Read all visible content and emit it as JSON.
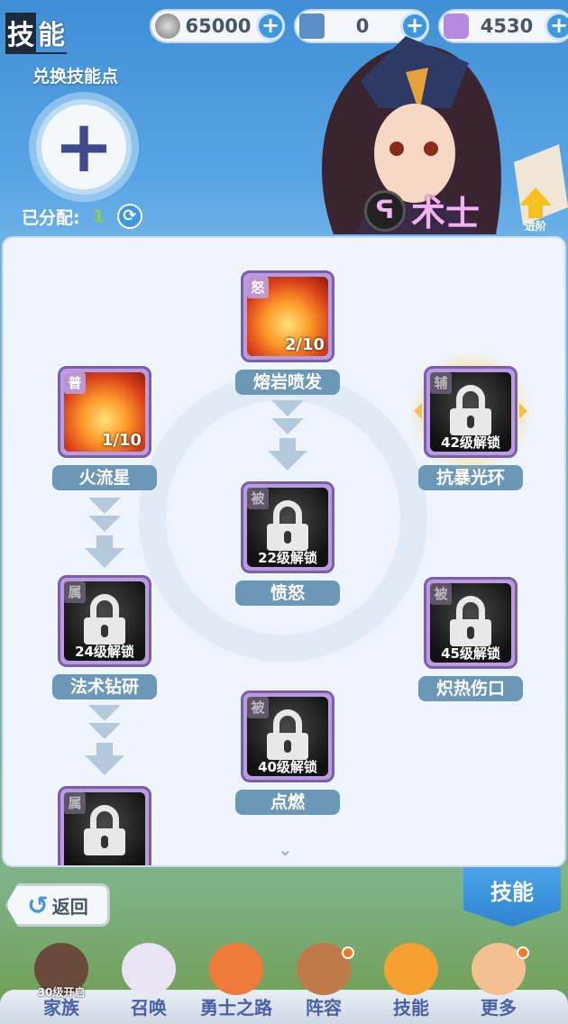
{
  "header": {
    "title_a": "技",
    "title_b": "能"
  },
  "resources": [
    {
      "icon": "silver-coin-icon",
      "value": "65000",
      "color": "#8a8f96"
    },
    {
      "icon": "skill-book-icon",
      "value": "0",
      "color": "#5a8fc8"
    },
    {
      "icon": "purple-gem-icon",
      "value": "4530",
      "color": "#b48ae0"
    }
  ],
  "exchange": {
    "label": "兑换技能点",
    "allocated_label": "已分配:",
    "allocated_value": "1"
  },
  "hero": {
    "class_symbol": "ᕋ",
    "class_name": "术士",
    "advance_label": "进阶"
  },
  "nodes": [
    {
      "name": "熔岩喷发",
      "tag": "怒",
      "level": "2/10",
      "locked": false
    },
    {
      "name": "火流星",
      "tag": "普",
      "level": "1/10",
      "locked": false
    },
    {
      "name": "抗暴光环",
      "tag": "辅",
      "unlock": "42级解锁",
      "locked": true,
      "highlight": true
    },
    {
      "name": "愤怒",
      "tag": "被",
      "unlock": "22级解锁",
      "locked": true
    },
    {
      "name": "法术钻研",
      "tag": "属",
      "unlock": "24级解锁",
      "locked": true
    },
    {
      "name": "炽热伤口",
      "tag": "被",
      "unlock": "45级解锁",
      "locked": true
    },
    {
      "name": "点燃",
      "tag": "被",
      "unlock": "40级解锁",
      "locked": true
    },
    {
      "name": "",
      "tag": "属",
      "unlock": "",
      "locked": true
    }
  ],
  "scroll_more": "⌄",
  "back_label": "返回",
  "active_tab": "技能",
  "nav": [
    {
      "label": "家族",
      "lock": "30级开启",
      "color": "#6a4a3a",
      "dot": false
    },
    {
      "label": "召唤",
      "color": "#e8e4f4",
      "dot": false
    },
    {
      "label": "勇士之路",
      "color": "#f07a3a",
      "dot": false
    },
    {
      "label": "阵容",
      "color": "#c07a4a",
      "dot": true
    },
    {
      "label": "技能",
      "color": "#f5a030",
      "dot": false
    },
    {
      "label": "更多",
      "color": "#f5c090",
      "dot": true
    }
  ]
}
